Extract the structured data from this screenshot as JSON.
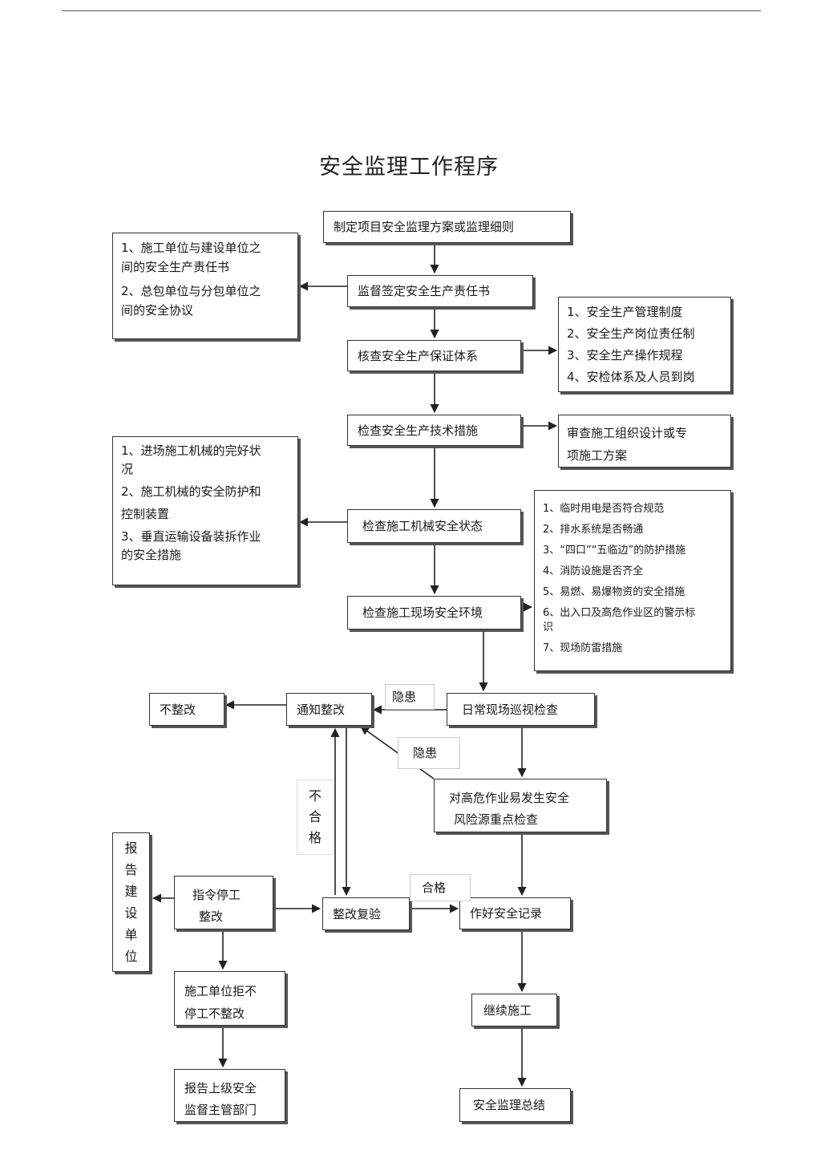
{
  "title": "安全监理工作程序",
  "nodes": {
    "n1": "制定项目安全监理方案或监理细则",
    "n2": "监督签定安全生产责任书",
    "n3": "核查安全生产保证体系",
    "n4": "检查安全生产技术措施",
    "n5": "检查施工机械安全状态",
    "n6": "检查施工现场安全环境",
    "n7": "日常现场巡视检查",
    "n8": "通知整改",
    "n9": "不整改",
    "n10": [
      "对高危作业易发生安全",
      "风险源重点检查"
    ],
    "n11": [
      "指令停工",
      "整改"
    ],
    "n12": "整改复验",
    "n13": "作好安全记录",
    "n14": [
      "施工单位拒不",
      "停工不整改"
    ],
    "n15": "继续施工",
    "n16": [
      "报告上级安全",
      "监督主管部门"
    ],
    "n17": "安全监理总结",
    "report": [
      "报",
      "告",
      "建",
      "设",
      "单",
      "位"
    ]
  },
  "side": {
    "left1": [
      "1、施工单位与建设单位之",
      "间的安全生产责任书",
      "2、总包单位与分包单位之",
      "间的安全协议"
    ],
    "right1": [
      "1、安全生产管理制度",
      "2、安全生产岗位责任制",
      "3、安全生产操作规程",
      "4、安检体系及人员到岗"
    ],
    "right2": [
      "审查施工组织设计或专",
      "项施工方案"
    ],
    "left2": [
      "1、进场施工机械的完好状",
      "况",
      "2、施工机械的安全防护和",
      "控制装置",
      "3、垂直运输设备装拆作业",
      "的安全措施"
    ],
    "right3": [
      "1、临时用电是否符合规范",
      "2、排水系统是否畅通",
      "3、“四口”“五临边”的防护措施",
      "4、消防设施是否齐全",
      "5、易燃、易爆物资的安全措施",
      "6、出入口及高危作业区的警示标",
      "识",
      "7、现场防雷措施"
    ]
  },
  "labels": {
    "hidden1": "隐患",
    "hidden2": "隐患",
    "fail": [
      "不",
      "合",
      "格"
    ],
    "pass": "合格"
  }
}
